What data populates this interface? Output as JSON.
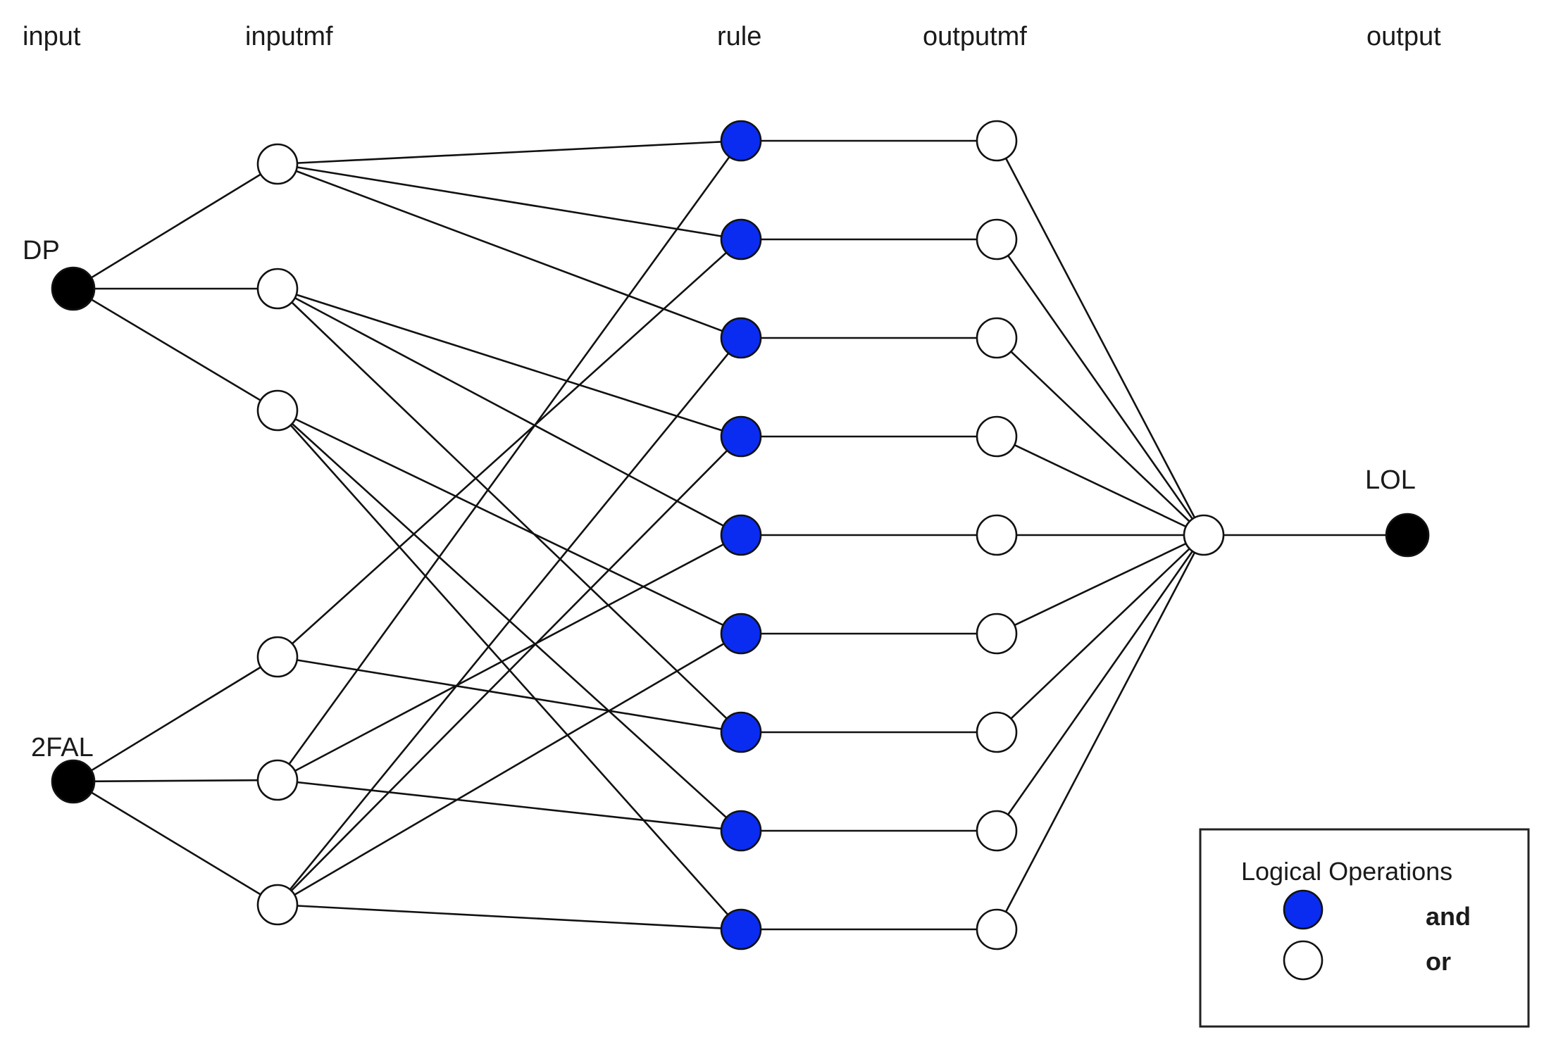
{
  "columns": {
    "input": "input",
    "inputmf": "inputmf",
    "rule": "rule",
    "outputmf": "outputmf",
    "output": "output"
  },
  "inputs": [
    {
      "name": "DP",
      "membership_functions": 3
    },
    {
      "name": "2FAL",
      "membership_functions": 3
    }
  ],
  "rules_count": 9,
  "rules": [
    {
      "rule": 1,
      "inputmf_dp": 1,
      "inputmf_2fal": 2,
      "operation": "and",
      "outputmf": 1
    },
    {
      "rule": 2,
      "inputmf_dp": 1,
      "inputmf_2fal": 1,
      "operation": "and",
      "outputmf": 2
    },
    {
      "rule": 3,
      "inputmf_dp": 1,
      "inputmf_2fal": 3,
      "operation": "and",
      "outputmf": 3
    },
    {
      "rule": 4,
      "inputmf_dp": 2,
      "inputmf_2fal": 3,
      "operation": "and",
      "outputmf": 4
    },
    {
      "rule": 5,
      "inputmf_dp": 2,
      "inputmf_2fal": 2,
      "operation": "and",
      "outputmf": 5
    },
    {
      "rule": 6,
      "inputmf_dp": 3,
      "inputmf_2fal": 3,
      "operation": "and",
      "outputmf": 6
    },
    {
      "rule": 7,
      "inputmf_dp": 2,
      "inputmf_2fal": 1,
      "operation": "and",
      "outputmf": 7
    },
    {
      "rule": 8,
      "inputmf_dp": 3,
      "inputmf_2fal": 2,
      "operation": "and",
      "outputmf": 8
    },
    {
      "rule": 9,
      "inputmf_dp": 3,
      "inputmf_2fal": 3,
      "operation": "and",
      "outputmf": 9
    }
  ],
  "output": {
    "name": "LOL"
  },
  "legend": {
    "title": "Logical Operations",
    "items": [
      {
        "label": "and",
        "color": "#0a2cf0"
      },
      {
        "label": "or",
        "color": "#ffffff"
      }
    ]
  },
  "colors": {
    "input_node": "#000000",
    "and_node": "#0a2cf0",
    "or_node": "#ffffff",
    "edge": "#111111"
  }
}
